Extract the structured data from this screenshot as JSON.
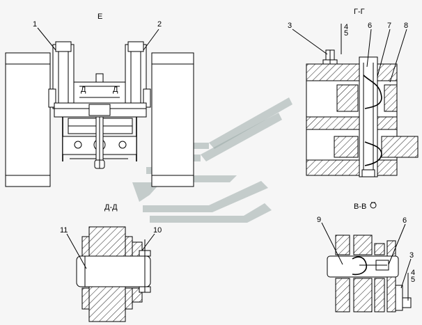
{
  "views": {
    "e": {
      "title": "Е"
    },
    "gg": {
      "title": "Г-Г"
    },
    "dd": {
      "title": "Д-Д"
    },
    "vv": {
      "title": "В-В"
    }
  },
  "callouts": {
    "c1": "1",
    "c2": "2",
    "c3": "3",
    "c4": "4",
    "c5": "5",
    "c6": "6",
    "c7": "7",
    "c8": "8",
    "c9": "9",
    "c10": "10",
    "c11": "11",
    "c3b": "3",
    "c4b": "4",
    "c5b": "5",
    "c6b": "6"
  },
  "inline_marks": {
    "d_left": "Д",
    "d_right": "Д"
  },
  "colors": {
    "watermark": "#9aa9a8",
    "line": "#000000",
    "paper": "#f6f6f6"
  }
}
